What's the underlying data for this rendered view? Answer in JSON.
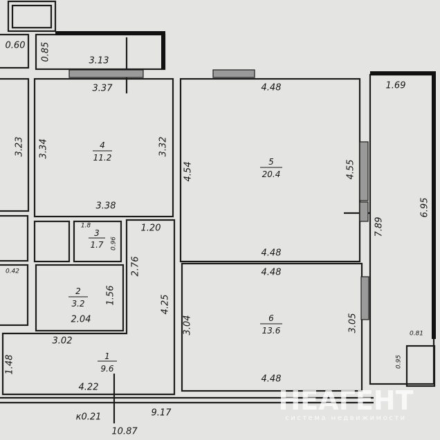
{
  "rooms": [
    {
      "number": "4",
      "area": "11.2"
    },
    {
      "number": "5",
      "area": "20.4"
    },
    {
      "number": "3",
      "area": "1.7"
    },
    {
      "number": "2",
      "area": "3.2"
    },
    {
      "number": "6",
      "area": "13.6"
    },
    {
      "number": "1",
      "area": "9.6"
    }
  ],
  "dimensions": {
    "d060": "0.60",
    "d085": "0.85",
    "d313": "3.13",
    "d337": "3.37",
    "d323": "3.23",
    "d334": "3.34",
    "d332": "3.32",
    "d338": "3.38",
    "d448a": "4.48",
    "d454": "4.54",
    "d455": "4.55",
    "d169": "1.69",
    "d695": "6.95",
    "d789": "7.89",
    "d448b": "4.48",
    "d448c": "4.48",
    "d120": "1.20",
    "d18": "1.8",
    "d096": "0.96",
    "d276": "2.76",
    "d156": "1.56",
    "d204": "2.04",
    "d425": "4.25",
    "d304": "3.04",
    "d305": "3.05",
    "d081": "0.81",
    "d095": "0.95",
    "d302": "3.02",
    "d148": "1.48",
    "d422": "4.22",
    "d448d": "4.48",
    "k021": "к0.21",
    "d917": "9.17",
    "d1087": "10.87",
    "d042": "0.42"
  },
  "watermark": {
    "brand": "НЕАГЕНТ",
    "tagline": "система недвижимости"
  }
}
